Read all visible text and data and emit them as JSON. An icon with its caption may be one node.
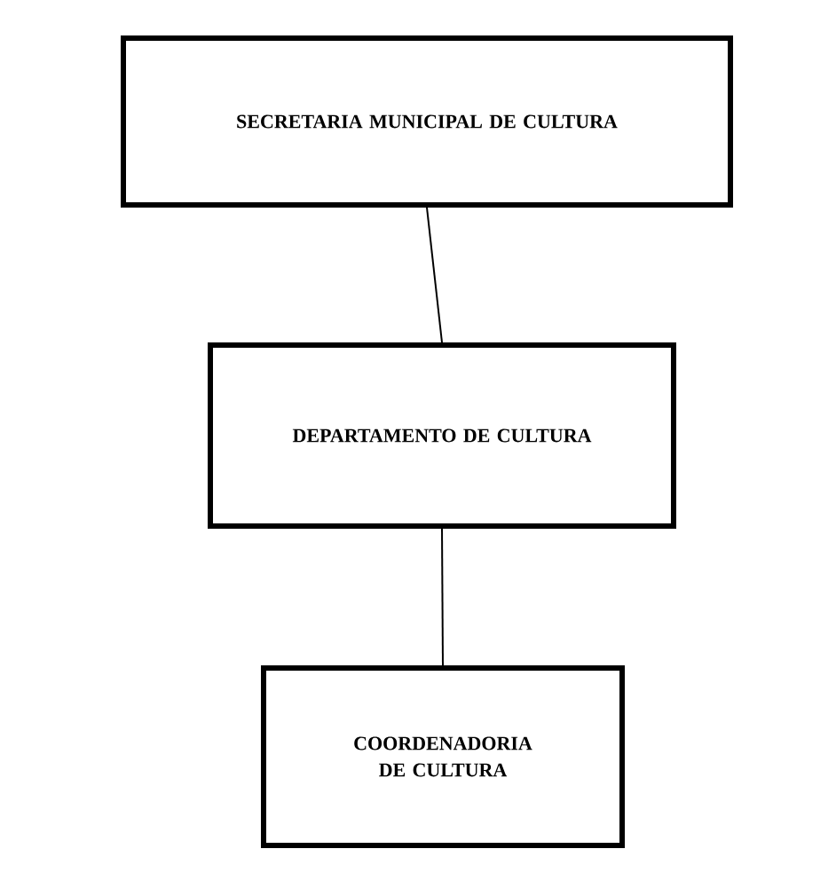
{
  "diagram": {
    "nodes": [
      {
        "text": [
          "SECRETARIA MUNICIPAL DE CULTURA"
        ]
      },
      {
        "text": [
          "DEPARTAMENTO DE CULTURA"
        ]
      },
      {
        "text": [
          "COORDENADORIA DE CULTURA"
        ]
      }
    ],
    "edges": [
      {
        "from": 0,
        "to": 1,
        "arrow": "none"
      },
      {
        "from": 1,
        "to": 2,
        "arrow": "none"
      }
    ]
  }
}
